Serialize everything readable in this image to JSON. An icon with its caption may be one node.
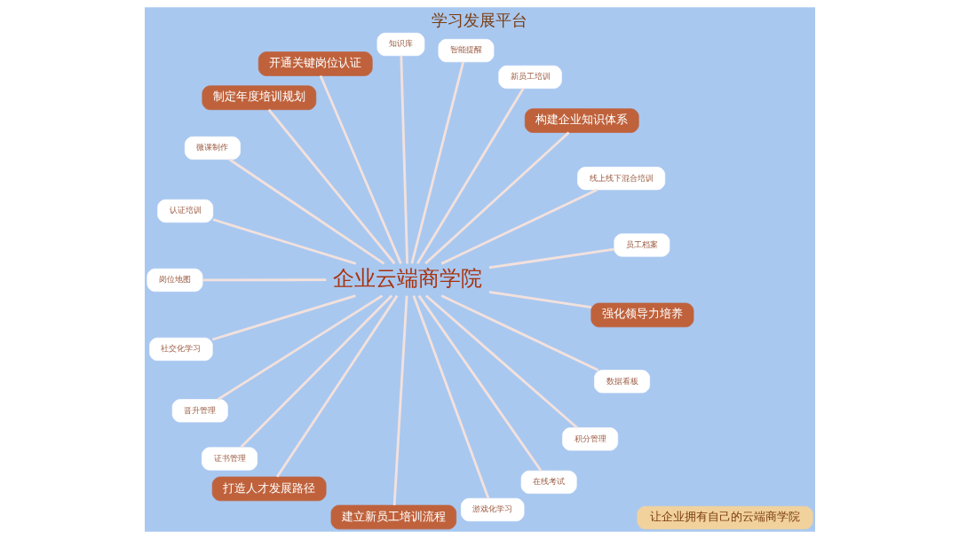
{
  "diagram": {
    "title": "学习发展平台",
    "nodes": [
      {
        "text": [
          "让企业拥有自己的云端商学院"
        ]
      },
      {
        "text": [
          "员工档案"
        ]
      },
      {
        "text": [
          "线上线下混合培训"
        ]
      },
      {
        "text": [
          "构建企业知识体系"
        ]
      },
      {
        "text": [
          "新员工培训"
        ]
      },
      {
        "text": [
          "智能提醒"
        ]
      },
      {
        "text": [
          "知识库"
        ]
      },
      {
        "text": [
          "开通关键岗位认证"
        ]
      },
      {
        "text": [
          "制定年度培训规划"
        ]
      },
      {
        "text": [
          "微课制作"
        ]
      },
      {
        "text": [
          "认证培训"
        ]
      },
      {
        "text": [
          "企业云端商学院"
        ]
      },
      {
        "text": [
          "岗位地图"
        ]
      },
      {
        "text": [
          "社交化学习"
        ]
      },
      {
        "text": [
          "晋升管理"
        ]
      },
      {
        "text": [
          "证书管理"
        ]
      },
      {
        "text": [
          "打造人才发展路径"
        ]
      },
      {
        "text": [
          "建立新员工培训流程"
        ]
      },
      {
        "text": [
          "游戏化学习"
        ]
      },
      {
        "text": [
          "在线考试"
        ]
      },
      {
        "text": [
          "积分管理"
        ]
      },
      {
        "text": [
          "数据看板"
        ]
      },
      {
        "text": [
          "强化领导力培养"
        ]
      }
    ],
    "edges": [
      {
        "from": 11,
        "to": 1,
        "arrow": "none"
      },
      {
        "from": 11,
        "to": 2,
        "arrow": "none"
      },
      {
        "from": 11,
        "to": 3,
        "arrow": "none"
      },
      {
        "from": 11,
        "to": 4,
        "arrow": "none"
      },
      {
        "from": 11,
        "to": 5,
        "arrow": "none"
      },
      {
        "from": 11,
        "to": 6,
        "arrow": "none"
      },
      {
        "from": 11,
        "to": 7,
        "arrow": "none"
      },
      {
        "from": 11,
        "to": 8,
        "arrow": "none"
      },
      {
        "from": 11,
        "to": 9,
        "arrow": "none"
      },
      {
        "from": 11,
        "to": 10,
        "arrow": "none"
      },
      {
        "from": 11,
        "to": 12,
        "arrow": "none"
      },
      {
        "from": 11,
        "to": 13,
        "arrow": "none"
      },
      {
        "from": 11,
        "to": 14,
        "arrow": "none"
      },
      {
        "from": 11,
        "to": 15,
        "arrow": "none"
      },
      {
        "from": 11,
        "to": 16,
        "arrow": "none"
      },
      {
        "from": 11,
        "to": 17,
        "arrow": "none"
      },
      {
        "from": 11,
        "to": 18,
        "arrow": "none"
      },
      {
        "from": 11,
        "to": 19,
        "arrow": "none"
      },
      {
        "from": 11,
        "to": 20,
        "arrow": "none"
      },
      {
        "from": 11,
        "to": 21,
        "arrow": "none"
      },
      {
        "from": 11,
        "to": 22,
        "arrow": "none"
      }
    ]
  }
}
